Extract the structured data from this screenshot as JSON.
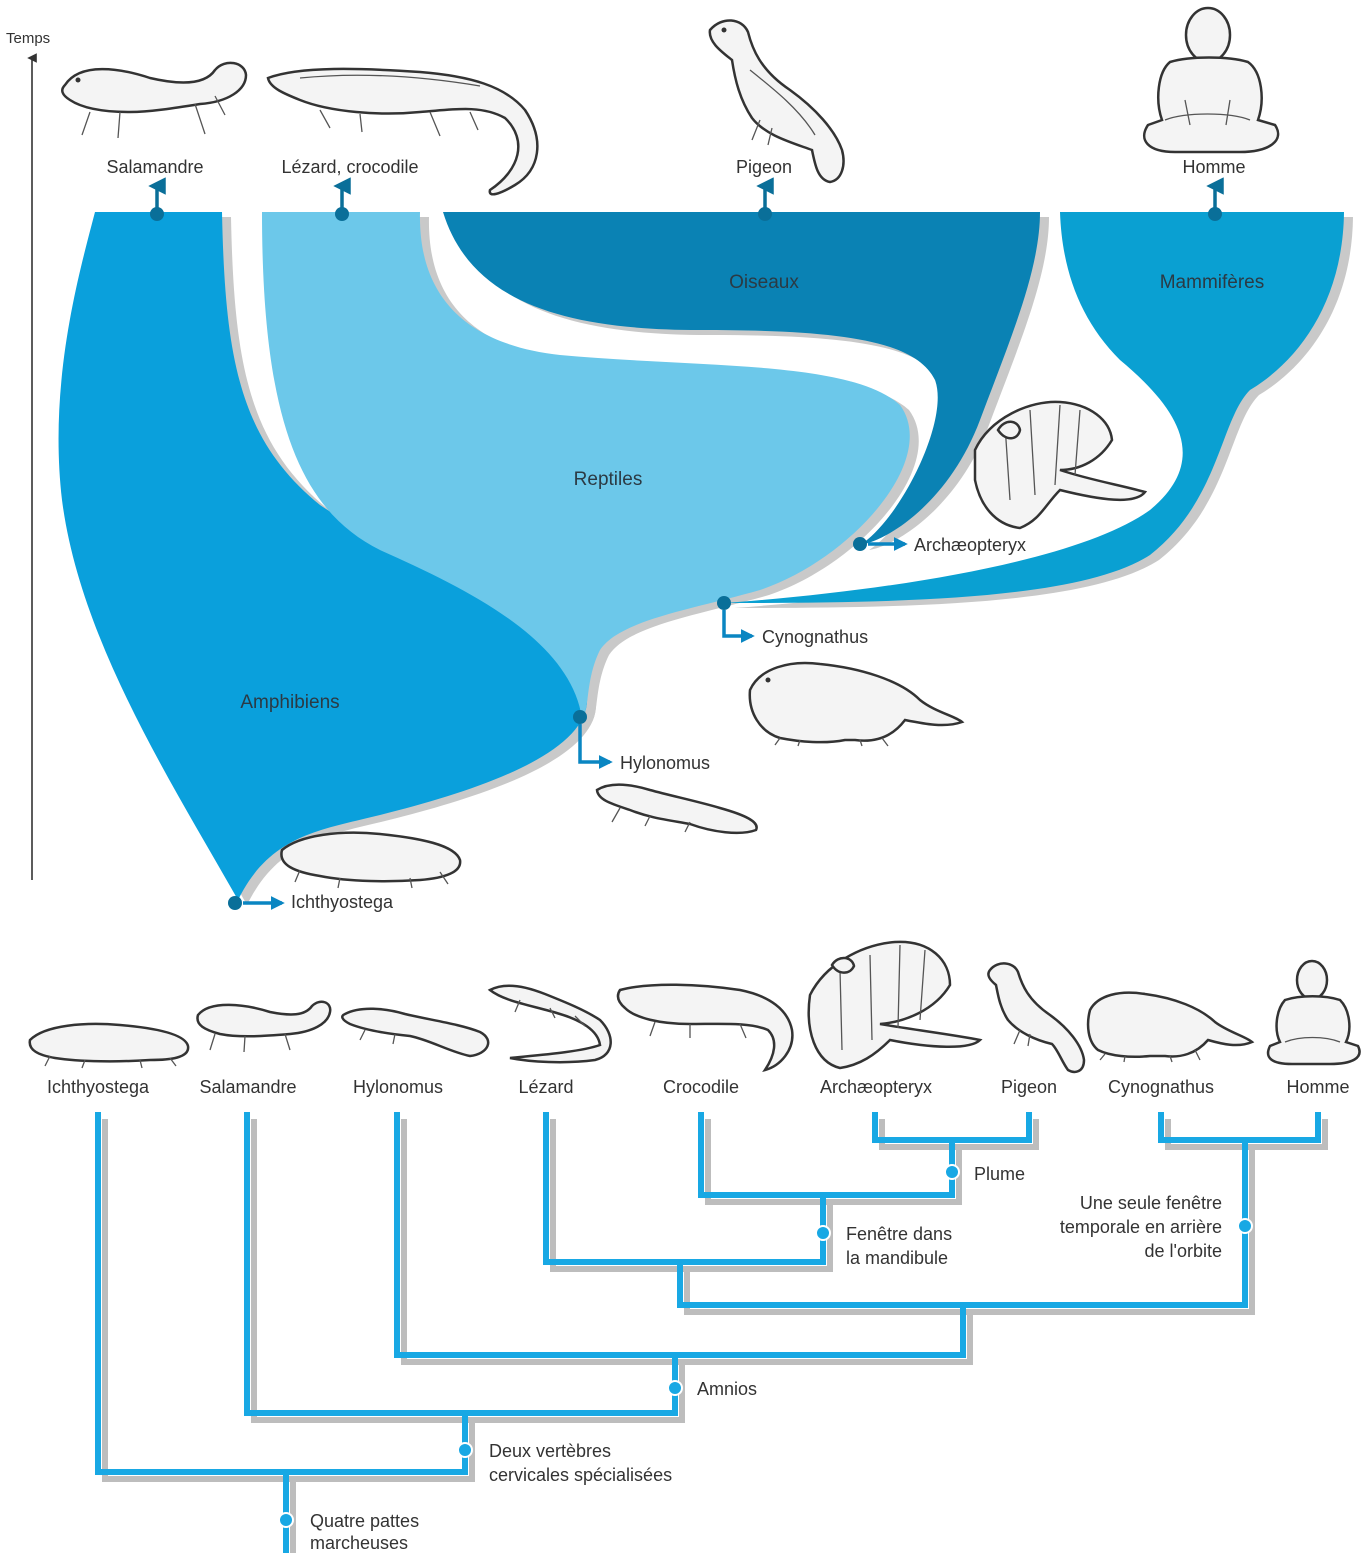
{
  "axis": {
    "label": "Temps"
  },
  "colors": {
    "amphibians": "#0aa0dc",
    "reptiles": "#6cc8ea",
    "birds": "#0a82b4",
    "mammals": "#0aa0d2",
    "node": "#0a6f99",
    "arrow": "#0a86c2",
    "cladogram_line": "#18a8e4",
    "cladogram_shadow": "#bbbbbb"
  },
  "top_labels": {
    "salamandre": "Salamandre",
    "lezard_crocodile": "Lézard, crocodile",
    "pigeon": "Pigeon",
    "homme": "Homme"
  },
  "groups": {
    "oiseaux": "Oiseaux",
    "mammiferes": "Mammifères",
    "reptiles": "Reptiles",
    "amphibiens": "Amphibiens"
  },
  "fossils": {
    "archaeopteryx": "Archæopteryx",
    "cynognathus": "Cynognathus",
    "hylonomus": "Hylonomus",
    "ichthyostega": "Ichthyostega"
  },
  "cladogram": {
    "taxa": [
      "Ichthyostega",
      "Salamandre",
      "Hylonomus",
      "Lézard",
      "Crocodile",
      "Archæopteryx",
      "Pigeon",
      "Cynognathus",
      "Homme"
    ],
    "characters": {
      "plume": "Plume",
      "fenetre_1": "Fenêtre dans",
      "fenetre_2": "la mandibule",
      "temporal_1": "Une seule fenêtre",
      "temporal_2": "temporale en arrière",
      "temporal_3": "de l'orbite",
      "amnios": "Amnios",
      "vertebres_1": "Deux vertèbres",
      "vertebres_2": "cervicales spécialisées",
      "pattes_1": "Quatre pattes",
      "pattes_2": "marcheuses"
    }
  }
}
